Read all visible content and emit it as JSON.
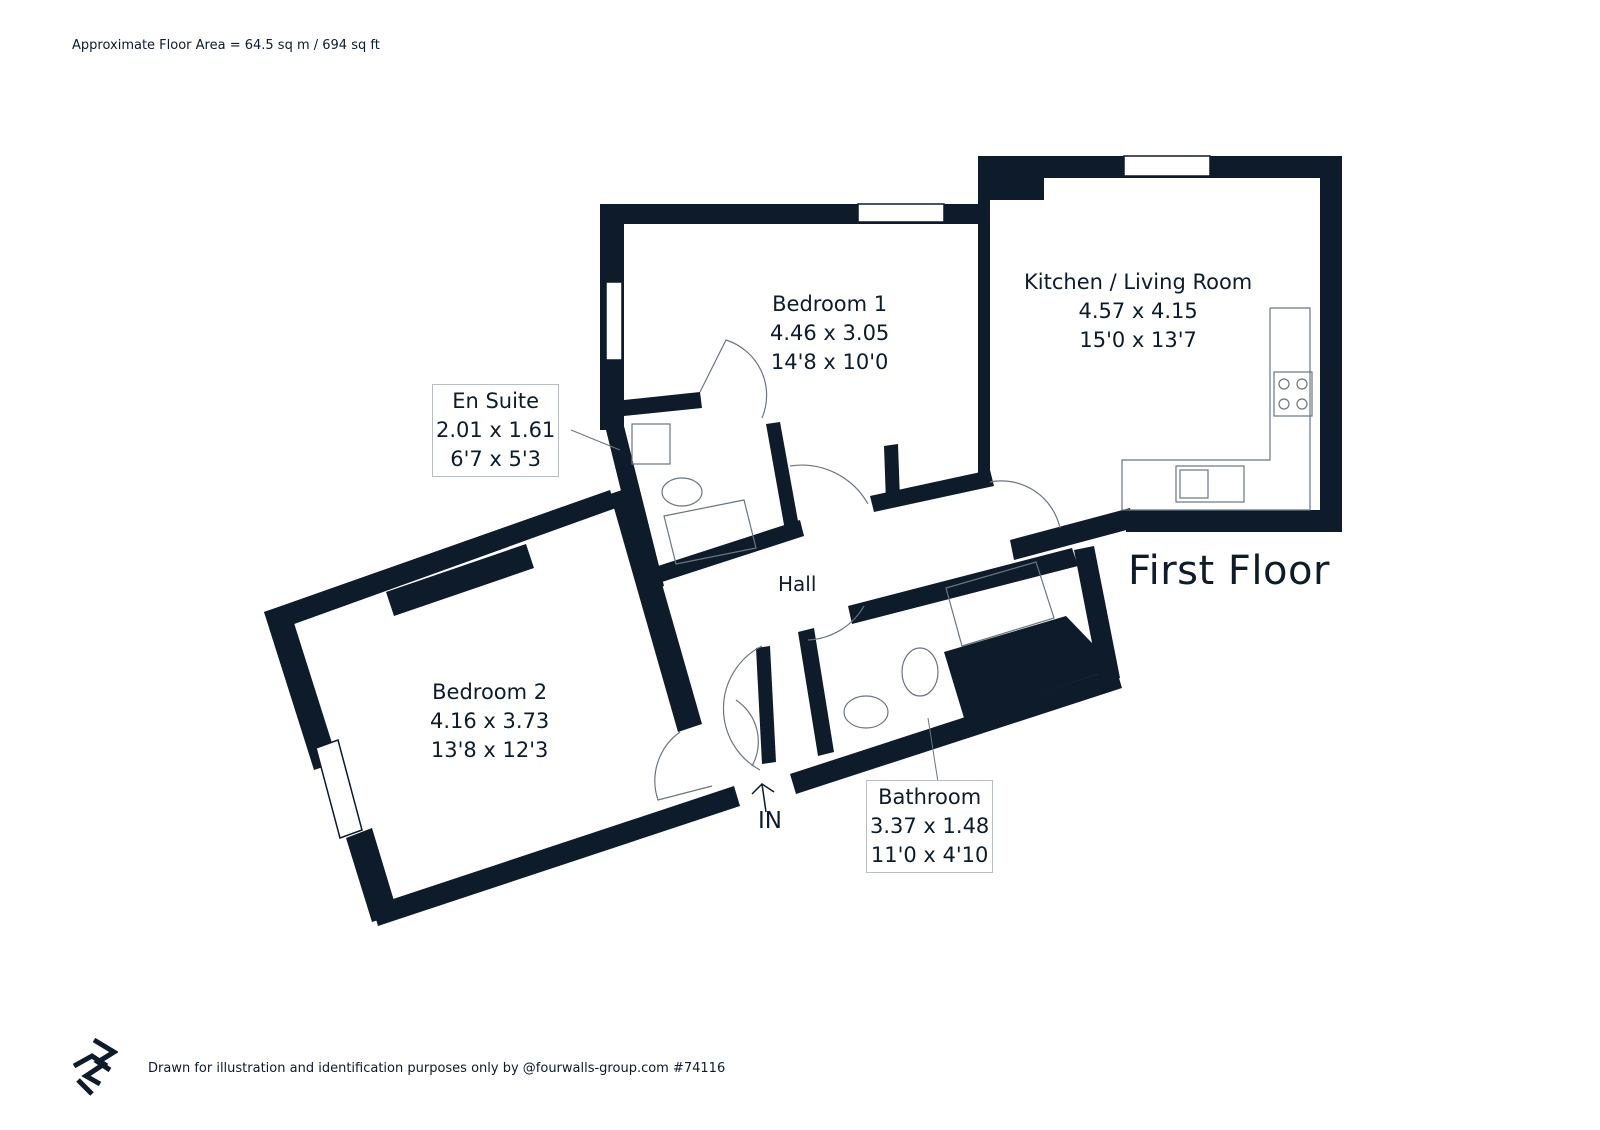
{
  "header": {
    "floor_area": "Approximate Floor Area = 64.5 sq m / 694 sq ft"
  },
  "floor": {
    "title": "First Floor"
  },
  "rooms": {
    "bedroom1": {
      "name": "Bedroom 1",
      "metric": "4.46 x 3.05",
      "imperial": "14'8 x 10'0"
    },
    "kitchen": {
      "name": "Kitchen / Living Room",
      "metric": "4.57 x 4.15",
      "imperial": "15'0 x 13'7"
    },
    "ensuite": {
      "name": "En Suite",
      "metric": "2.01 x 1.61",
      "imperial": "6'7 x 5'3"
    },
    "bedroom2": {
      "name": "Bedroom 2",
      "metric": "4.16 x 3.73",
      "imperial": "13'8 x 12'3"
    },
    "bathroom": {
      "name": "Bathroom",
      "metric": "3.37 x 1.48",
      "imperial": "11'0 x 4'10"
    },
    "hall": {
      "name": "Hall"
    }
  },
  "entrance": {
    "label": "IN"
  },
  "footer": {
    "disclaimer": "Drawn for illustration and identification purposes only by @fourwalls-group.com #74116"
  },
  "colors": {
    "wall": "#0d1b2a",
    "fixture": "#6b7580",
    "label_border": "#b9bec4"
  }
}
